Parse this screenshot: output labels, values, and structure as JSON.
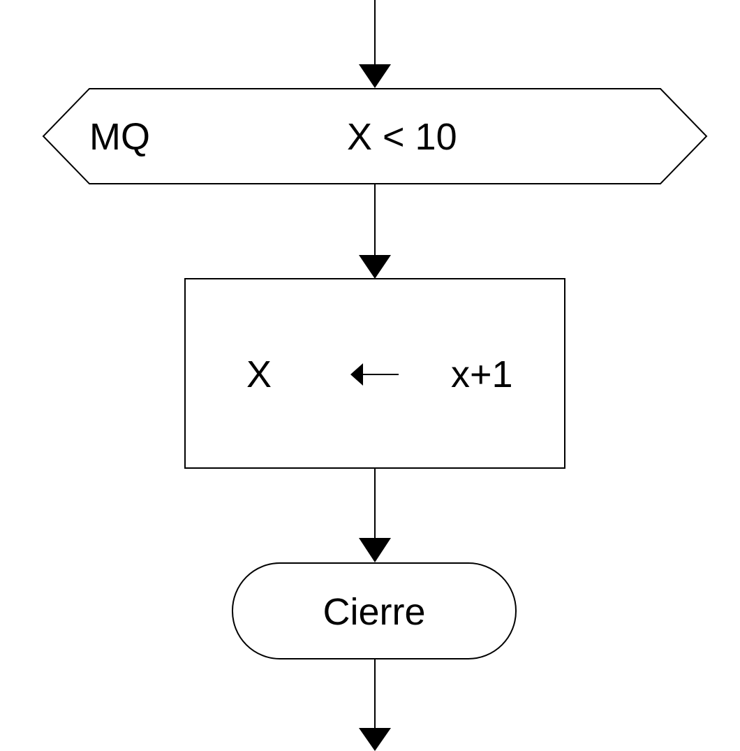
{
  "flowchart": {
    "loop": {
      "keyword": "MQ",
      "condition": "X < 10"
    },
    "process": {
      "target": "X",
      "expression": "x+1"
    },
    "terminator": {
      "label": "Cierre"
    }
  }
}
